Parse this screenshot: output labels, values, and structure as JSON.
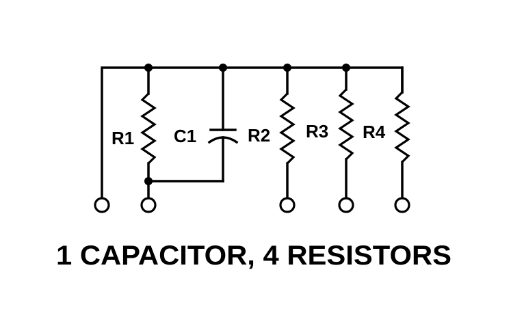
{
  "diagram": {
    "type": "circuit-schematic",
    "caption": "1 CAPACITOR, 4 RESISTORS",
    "components": [
      {
        "id": "R1",
        "type": "resistor",
        "label": "R1"
      },
      {
        "id": "C1",
        "type": "capacitor",
        "label": "C1"
      },
      {
        "id": "R2",
        "type": "resistor",
        "label": "R2"
      },
      {
        "id": "R3",
        "type": "resistor",
        "label": "R3"
      },
      {
        "id": "R4",
        "type": "resistor",
        "label": "R4"
      }
    ],
    "terminals": 5,
    "junctions": 5,
    "connections": [
      "Top bus connects terminal 1, R1, C1, R2, R3, R4",
      "R1 and C1 in parallel, bottom joined to terminal 2",
      "R2 to terminal 3",
      "R3 to terminal 4",
      "R4 to terminal 5"
    ]
  }
}
